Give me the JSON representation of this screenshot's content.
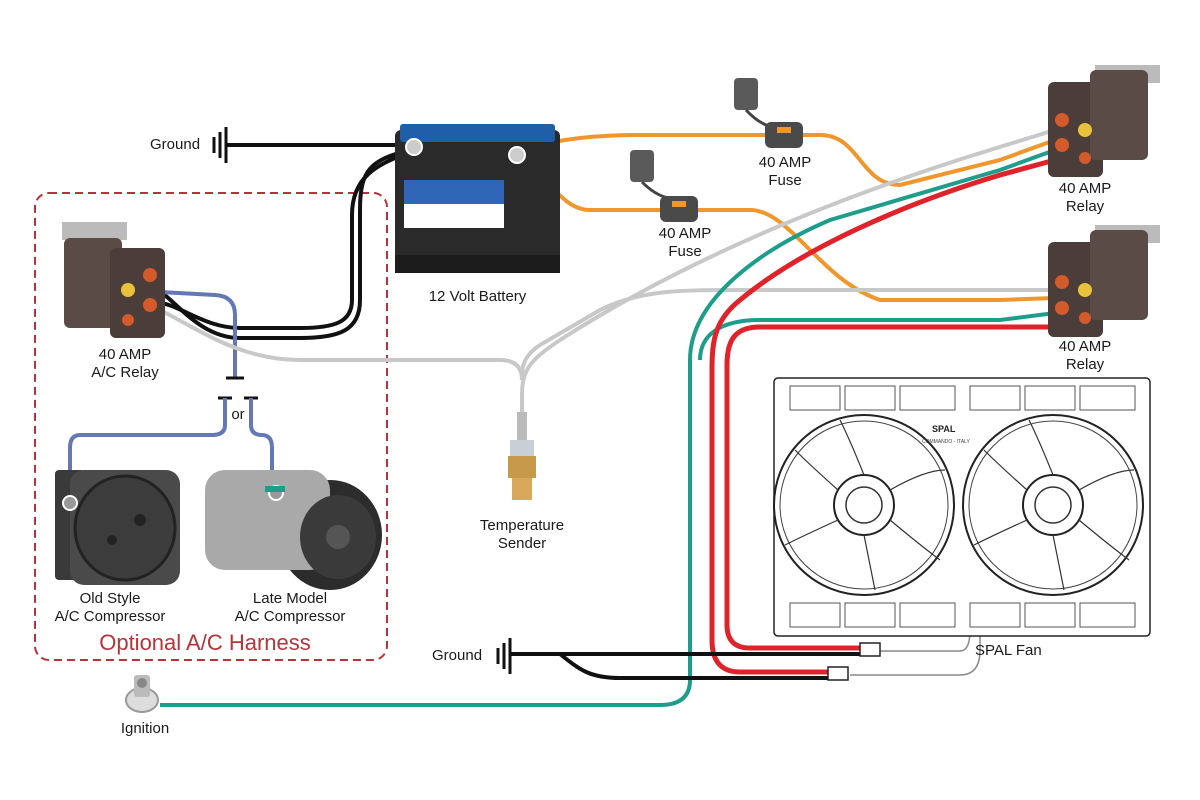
{
  "labels": {
    "ground_top": "Ground",
    "battery": "12 Volt Battery",
    "fuse_top_line1": "40 AMP",
    "fuse_top_line2": "Fuse",
    "fuse_mid_line1": "40 AMP",
    "fuse_mid_line2": "Fuse",
    "relay_top_line1": "40 AMP",
    "relay_top_line2": "Relay",
    "relay_bottom_line1": "40 AMP",
    "relay_bottom_line2": "Relay",
    "ac_relay_line1": "40 AMP",
    "ac_relay_line2": "A/C Relay",
    "or": "or",
    "old_comp_line1": "Old Style",
    "old_comp_line2": "A/C Compressor",
    "late_comp_line1": "Late Model",
    "late_comp_line2": "A/C Compressor",
    "harness_title": "Optional A/C Harness",
    "temp_line1": "Temperature",
    "temp_line2": "Sender",
    "ground_bottom": "Ground",
    "spal_fan": "SPAL Fan",
    "ignition": "Ignition",
    "fan_brand": "SPAL",
    "fan_sub": "COMMANDO - ITALY"
  },
  "colors": {
    "ground_wire": "#111111",
    "fuse_wire": "#f0962a",
    "signal_wire": "#c8c8c8",
    "ignition_wire": "#1e9d8b",
    "power_wire": "#e0232b",
    "ac_wire": "#6478b4",
    "harness_border": "#b5343a"
  }
}
